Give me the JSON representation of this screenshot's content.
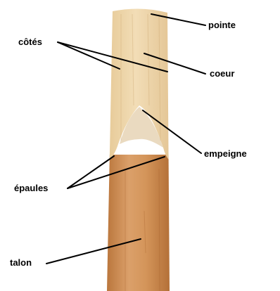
{
  "labels": {
    "pointe": "pointe",
    "cotes": "côtés",
    "coeur": "coeur",
    "empeigne": "empeigne",
    "epaules": "épaules",
    "talon": "talon"
  },
  "colors": {
    "vamp": "#ecd3a8",
    "vamp_shadow": "#d9bd8f",
    "bark": "#d69a5c",
    "bark_dark": "#b8743a",
    "ink": "#000000"
  }
}
